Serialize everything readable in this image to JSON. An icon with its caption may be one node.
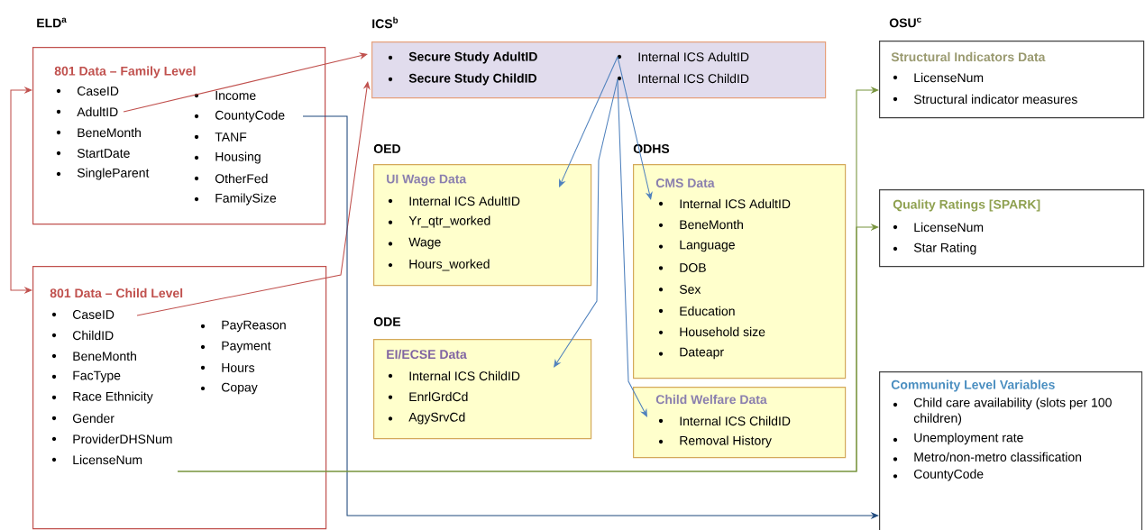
{
  "diagram": {
    "nodes": [
      {
        "text": [
          "801 Data – Family Level",
          "CaseID",
          "AdultID",
          "BeneMonth",
          "StartDate",
          "SingleParent",
          "Income",
          "CountyCode",
          "TANF",
          "Housing",
          "OtherFed",
          "FamilySize"
        ]
      },
      {
        "text": [
          "801 Data – Child Level",
          "CaseID",
          "ChildID",
          "BeneMonth",
          "FacType",
          "Race Ethnicity",
          "Gender",
          "ProviderDHSNum",
          "LicenseNum",
          "PayReason",
          "Payment",
          "Hours",
          "Copay"
        ]
      },
      {
        "text": [
          "Secure Study AdultID",
          "Secure Study ChildID",
          "Internal ICS AdultID",
          "Internal ICS ChildID"
        ]
      },
      {
        "text": [
          "UI Wage Data",
          "Internal ICS AdultID",
          "Yr_qtr_worked",
          "Wage",
          "Hours_worked"
        ]
      },
      {
        "text": [
          "EI/ECSE Data",
          "Internal ICS ChildID",
          "EnrlGrdCd",
          "AgySrvCd"
        ]
      },
      {
        "text": [
          "CMS Data",
          "Internal ICS AdultID",
          "BeneMonth",
          "Language",
          "DOB",
          "Sex",
          "Education",
          "Household size",
          "Dateapr"
        ]
      },
      {
        "text": [
          "Child Welfare Data",
          "Internal ICS ChildID",
          "Removal History"
        ]
      },
      {
        "text": [
          "Structural Indicators Data",
          "LicenseNum",
          "Structural indicator measures"
        ]
      },
      {
        "text": [
          "Quality Ratings [SPARK]",
          "LicenseNum",
          "Star Rating"
        ]
      },
      {
        "text": [
          "Community Level Variables",
          "Child care availability (slots per 100 children)",
          "Unemployment  rate",
          "Metro/non-metro classification",
          "CountyCode"
        ]
      }
    ],
    "edges": [
      {
        "from": 0,
        "to": 1,
        "arrow": "both",
        "color": "#c0504d"
      },
      {
        "from": 0,
        "to": 2,
        "arrow": "to",
        "color": "#c0504d"
      },
      {
        "from": 1,
        "to": 2,
        "arrow": "to",
        "color": "#c0504d"
      },
      {
        "from": 0,
        "to": 9,
        "arrow": "to",
        "color": "#1f497d"
      },
      {
        "from": 1,
        "to": 7,
        "arrow": "to",
        "color": "#77933c"
      },
      {
        "from": 1,
        "to": 8,
        "arrow": "to",
        "color": "#77933c"
      },
      {
        "from": 2,
        "to": 3,
        "arrow": "to",
        "color": "#4f81bd"
      },
      {
        "from": 2,
        "to": 5,
        "arrow": "to",
        "color": "#4f81bd"
      },
      {
        "from": 2,
        "to": 4,
        "arrow": "to",
        "color": "#4f81bd"
      },
      {
        "from": 2,
        "to": 6,
        "arrow": "to",
        "color": "#4f81bd"
      }
    ],
    "labels": [
      "ELD$^{a}$",
      "ICS$^{b}$",
      "OED",
      "ODHS",
      "ODE",
      "OSU$^{c}$"
    ]
  }
}
